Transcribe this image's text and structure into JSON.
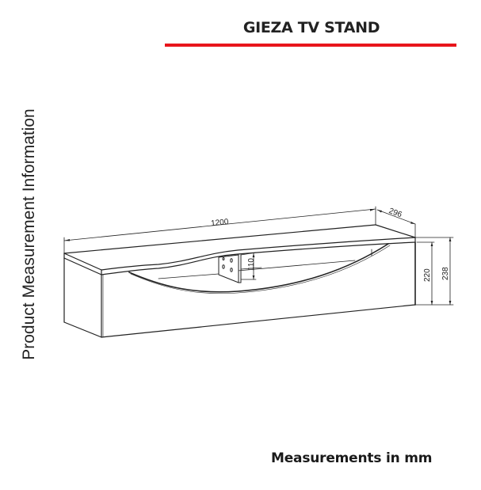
{
  "header": {
    "title": "GIEZA TV STAND",
    "rule_color": "#e8151b"
  },
  "side_label": "Product Measurement Information",
  "footer": {
    "note": "Measurements in mm"
  },
  "drawing": {
    "subject": "TV stand isometric line drawing",
    "dimensions": {
      "width": "1200",
      "depth": "296",
      "body_height": "220",
      "total_height": "238",
      "bracket_height": "110"
    },
    "line_color": "#222222"
  }
}
